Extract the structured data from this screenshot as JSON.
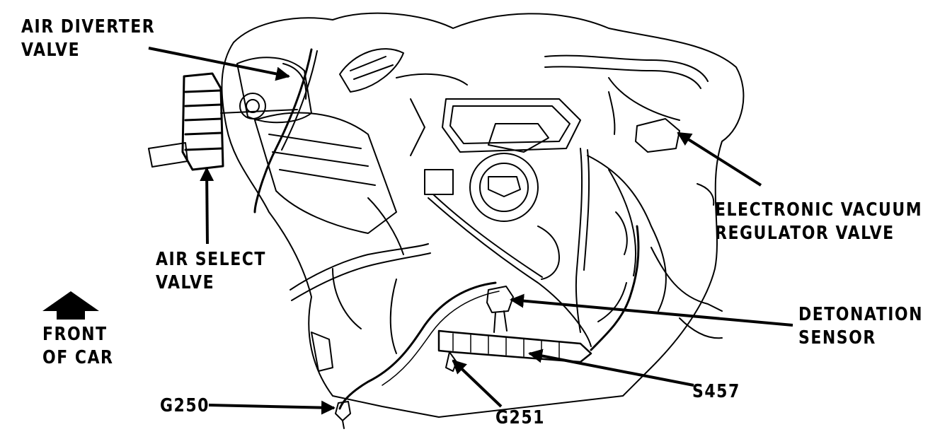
{
  "labels": {
    "air_diverter_valve": [
      "AIR DIVERTER",
      "VALVE"
    ],
    "air_select_valve": [
      "AIR SELECT",
      "VALVE"
    ],
    "electronic_vacuum_regulator_valve": [
      "ELECTRONIC VACUUM",
      "REGULATOR VALVE"
    ],
    "detonation_sensor": [
      "DETONATION",
      "SENSOR"
    ],
    "front_of_car": [
      "FRONT",
      "OF CAR"
    ],
    "g250": "G250",
    "g251": "G251",
    "s457": "S457"
  },
  "colors": {
    "ink": "#000000",
    "paper": "#ffffff"
  },
  "icons": {
    "front_indicator": "up-arrow-icon"
  }
}
